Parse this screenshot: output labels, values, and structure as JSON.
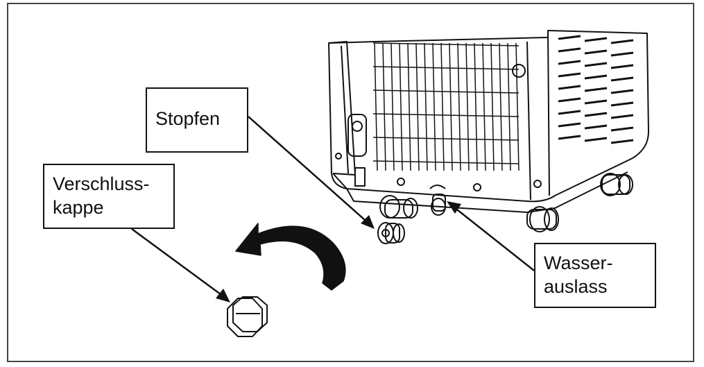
{
  "labels": {
    "stopper": "Stopfen",
    "cap_line1": "Verschluss-",
    "cap_line2": "kappe",
    "outlet_line1": "Wasser-",
    "outlet_line2": "auslass"
  },
  "colors": {
    "line": "#111111",
    "arrow": "#111111",
    "background": "#ffffff"
  }
}
